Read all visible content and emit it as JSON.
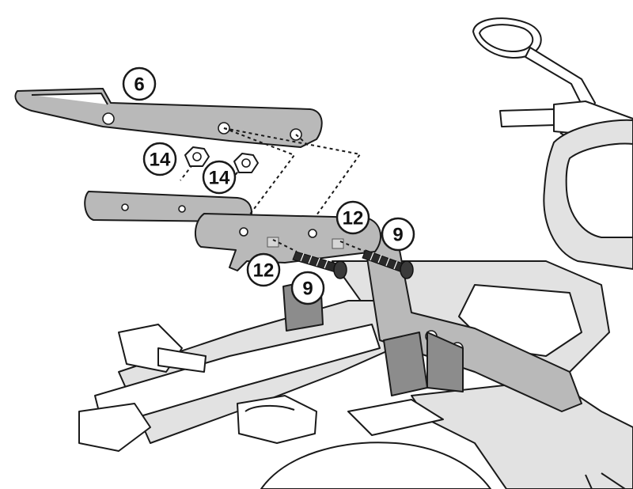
{
  "callouts": {
    "c6": "6",
    "c14a": "14",
    "c14b": "14",
    "c12a": "12",
    "c12b": "12",
    "c9a": "9",
    "c9b": "9"
  },
  "colors": {
    "bracket": "#b9b9b9",
    "outline": "#1a1a1a",
    "body_shade": "#e2e2e2"
  }
}
